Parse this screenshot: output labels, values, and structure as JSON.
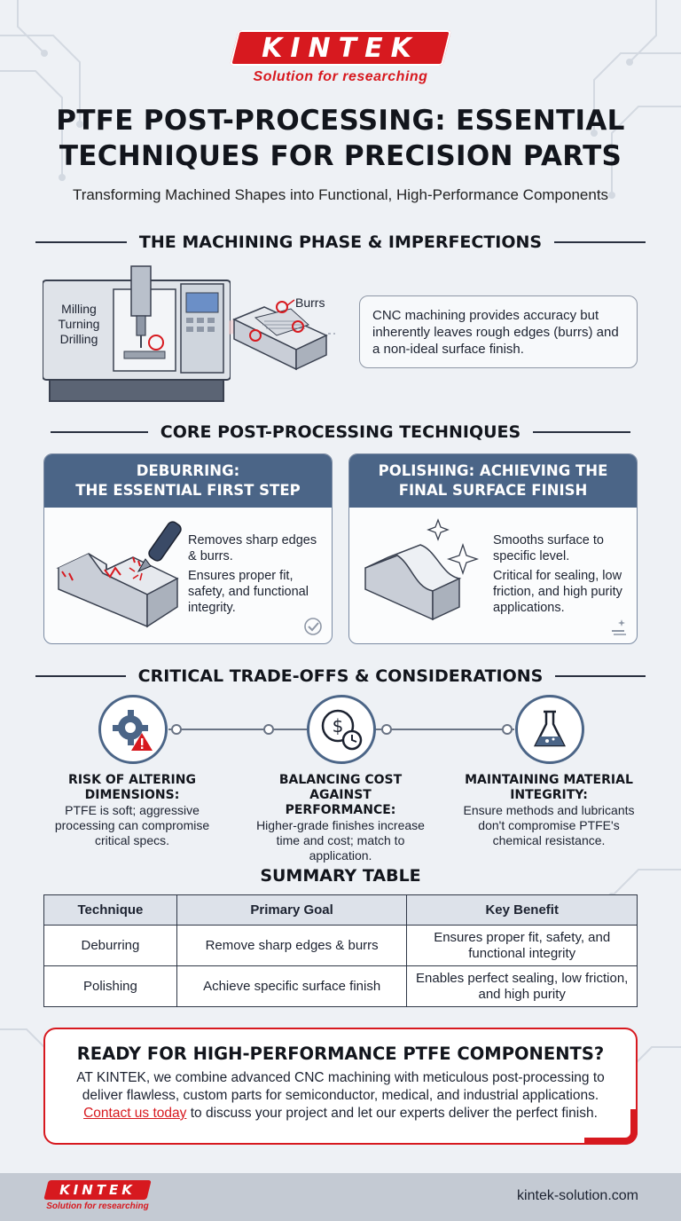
{
  "brand": {
    "logo_text": "KINTEK",
    "tagline": "Solution for researching",
    "accent_color": "#d7191f",
    "header_color": "#4b6587"
  },
  "title": "PTFE POST-PROCESSING: ESSENTIAL TECHNIQUES FOR PRECISION PARTS",
  "subtitle": "Transforming Machined Shapes into Functional, High-Performance Components",
  "machining": {
    "heading": "THE MACHINING PHASE & IMPERFECTIONS",
    "machine_labels": [
      "Milling",
      "Turning",
      "Drilling"
    ],
    "burr_label": "Burrs",
    "callout": "CNC machining provides accuracy but inherently leaves rough edges (burrs) and a non-ideal surface finish."
  },
  "techniques": {
    "heading": "CORE POST-PROCESSING TECHNIQUES",
    "cards": [
      {
        "title_line1": "DEBURRING:",
        "title_line2": "THE ESSENTIAL FIRST STEP",
        "point1": "Removes sharp edges & burrs.",
        "point2": "Ensures proper fit, safety, and functional integrity.",
        "icon": "check-icon"
      },
      {
        "title_line1": "POLISHING: ACHIEVING THE",
        "title_line2": "FINAL SURFACE FINISH",
        "point1": "Smooths surface to specific level.",
        "point2": "Critical for sealing, low friction, and high purity applications.",
        "icon": "sparkle-icon"
      }
    ]
  },
  "tradeoffs": {
    "heading": "CRITICAL TRADE-OFFS & CONSIDERATIONS",
    "items": [
      {
        "title_line1": "RISK OF ALTERING",
        "title_line2": "DIMENSIONS:",
        "body": "PTFE is soft; aggressive processing can compromise critical specs.",
        "icon": "gear-warning-icon"
      },
      {
        "title_line1": "BALANCING COST AGAINST",
        "title_line2": "PERFORMANCE:",
        "body": "Higher-grade finishes increase time and cost; match to application.",
        "icon": "cost-clock-icon"
      },
      {
        "title_line1": "MAINTAINING MATERIAL",
        "title_line2": "INTEGRITY:",
        "body": "Ensure methods and lubricants don't compromise PTFE's chemical resistance.",
        "icon": "flask-icon"
      }
    ]
  },
  "summary": {
    "heading": "SUMMARY TABLE",
    "columns": [
      "Technique",
      "Primary Goal",
      "Key Benefit"
    ],
    "rows": [
      [
        "Deburring",
        "Remove sharp edges & burrs",
        "Ensures proper fit, safety, and functional integrity"
      ],
      [
        "Polishing",
        "Achieve specific surface finish",
        "Enables perfect sealing, low friction, and high purity"
      ]
    ]
  },
  "cta": {
    "title": "READY FOR HIGH-PERFORMANCE PTFE COMPONENTS?",
    "body_before": "AT KINTEK, we combine advanced CNC machining with meticulous post-processing to deliver flawless, custom parts for semiconductor, medical, and industrial applications. ",
    "link_text": "Contact us today",
    "body_after": " to discuss your project and let our experts deliver the perfect finish."
  },
  "footer": {
    "logo_text": "KINTEK",
    "tagline": "Solution for researching",
    "url": "kintek-solution.com"
  }
}
